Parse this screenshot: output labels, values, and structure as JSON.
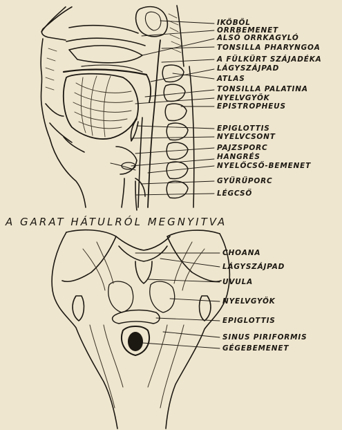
{
  "sagittal_labels": [
    "IKÖBÖL",
    "ORRBEMENET",
    "ALSÓ ORRKAGYLÓ",
    "TONSILLA PHARYNGOA",
    "A FÜLKÜRT SZÁJADÉKA",
    "LÁGYSZÁJPAD",
    "ATLAS",
    "TONSILLA PALATINA",
    "NYELVGYÖK",
    "EPISTROPHEUS",
    "EPIGLOTTIS",
    "NYELVCSONT",
    "PAJZSPORC",
    "HANGRÉS",
    "NYELŐCSŐ-BEMENET",
    "GYŰRŰPORC",
    "LÉGCSŐ"
  ],
  "section_title": "A GARAT HÁTULRÓL MEGNYITVA",
  "posterior_labels": [
    "CHOANA",
    "LÁGYSZÁJPAD",
    "UVULA",
    "NYELVGYÖK",
    "EPIGLOTTIS",
    "SINUS PIRIFORMIS",
    "GÉGEBEMENET"
  ],
  "colors": {
    "paper": "#efe6cf",
    "ink": "#1c1812",
    "shade": "#6b5e48"
  }
}
